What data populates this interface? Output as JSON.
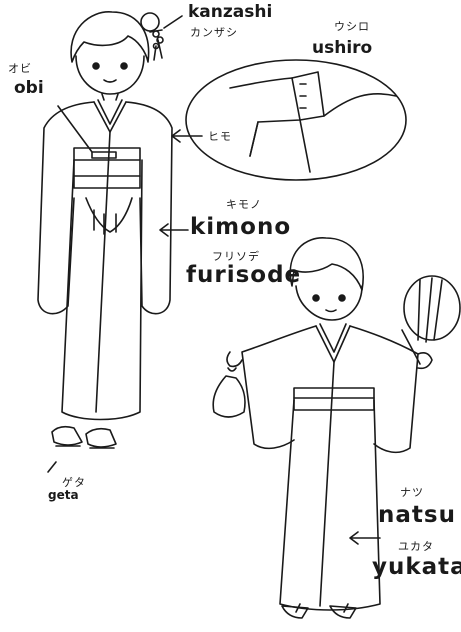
{
  "labels": {
    "kanzashi": {
      "romaji": "kanzashi",
      "kana": "カンザシ"
    },
    "ushiro": {
      "romaji": "ushiro",
      "kana": "ウシロ"
    },
    "obi": {
      "romaji": "obi",
      "kana": "オビ"
    },
    "himo": {
      "kana": "ヒモ"
    },
    "kimono": {
      "romaji": "kimono",
      "kana": "キモノ"
    },
    "furisode": {
      "romaji": "furisode",
      "kana": "フリソデ"
    },
    "geta": {
      "romaji": "geta",
      "kana": "ゲタ"
    },
    "natsu": {
      "romaji": "natsu",
      "kana": "ナツ"
    },
    "yukata": {
      "romaji": "yukata",
      "kana": "ユカタ"
    }
  },
  "colors": {
    "ink": "#1a1a1a",
    "paper": "#ffffff"
  }
}
